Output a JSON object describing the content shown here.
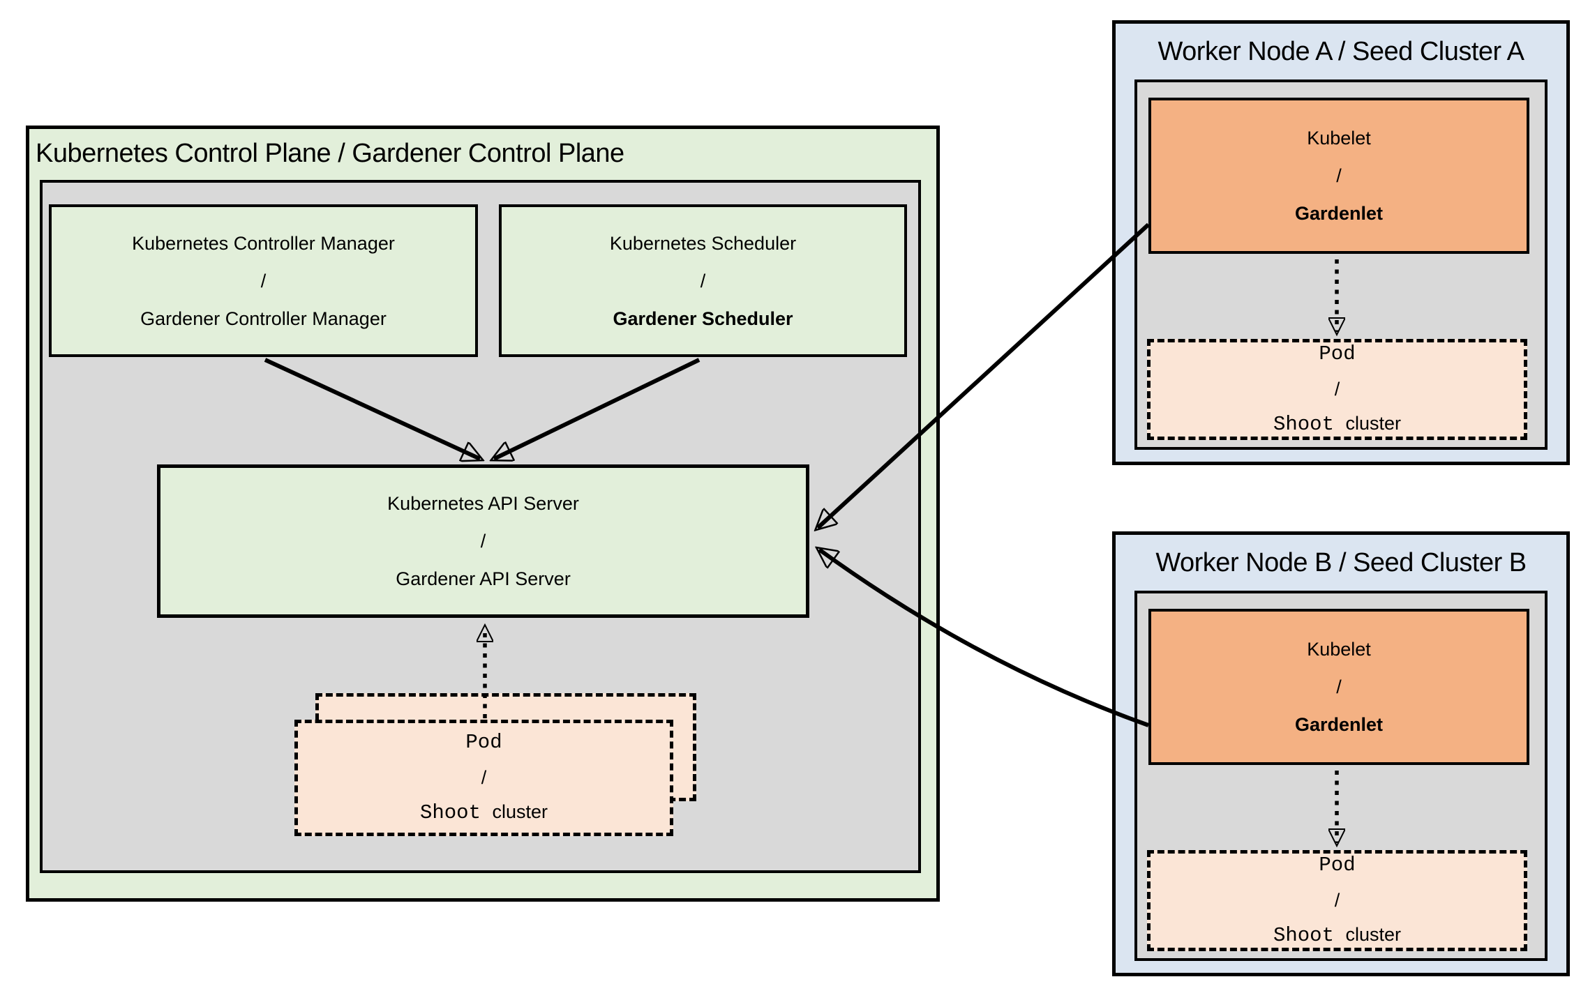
{
  "colors": {
    "light_green": "#e2efda",
    "gray": "#d9d9d9",
    "light_blue": "#dbe5f1",
    "orange": "#f4b183",
    "peach": "#fbe5d6",
    "border": "#000000",
    "background": "#ffffff"
  },
  "control_plane": {
    "title": "Kubernetes Control Plane / Gardener Control Plane",
    "controller_manager": {
      "line1": "Kubernetes Controller Manager",
      "slash": "/",
      "line2": "Gardener Controller Manager"
    },
    "scheduler": {
      "line1": "Kubernetes Scheduler",
      "slash": "/",
      "line2": "Gardener Scheduler"
    },
    "api_server": {
      "line1": "Kubernetes API Server",
      "slash": "/",
      "line2": "Gardener API Server"
    },
    "pod": {
      "line1": "Pod",
      "slash": "/",
      "shoot": "Shoot",
      "cluster": "cluster"
    }
  },
  "workers": [
    {
      "title": "Worker Node A / Seed Cluster A",
      "kubelet": {
        "line1": "Kubelet",
        "slash": "/",
        "line2": "Gardenlet"
      },
      "pod": {
        "line1": "Pod",
        "slash": "/",
        "shoot": "Shoot",
        "cluster": "cluster"
      }
    },
    {
      "title": "Worker Node B / Seed Cluster B",
      "kubelet": {
        "line1": "Kubelet",
        "slash": "/",
        "line2": "Gardenlet"
      },
      "pod": {
        "line1": "Pod",
        "slash": "/",
        "shoot": "Shoot",
        "cluster": "cluster"
      }
    }
  ]
}
